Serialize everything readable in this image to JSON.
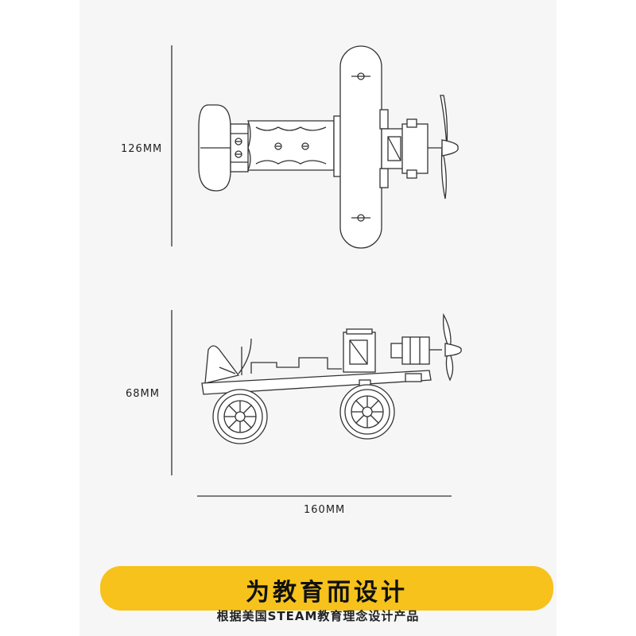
{
  "dimensions": {
    "top_height": "126MM",
    "side_height": "68MM",
    "length": "160MM"
  },
  "banner": {
    "title": "为教育而设计",
    "subtitle": "根据美国STEAM教育理念设计产品",
    "color": "#f6c21b"
  },
  "colors": {
    "line": "#333333",
    "background": "#f6f6f6"
  }
}
